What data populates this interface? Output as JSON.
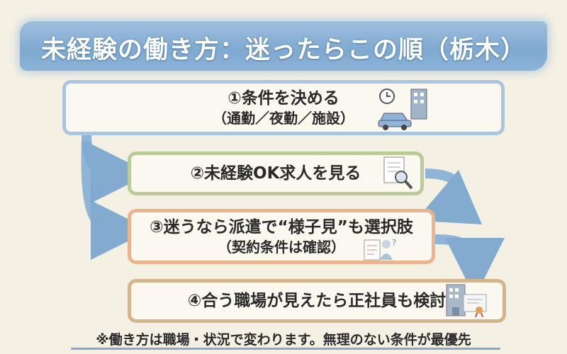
{
  "title": "未経験の働き方：迷ったらこの順（栃木）",
  "steps": [
    {
      "line1": "①条件を決める",
      "line2": "（通勤／夜勤／施設）"
    },
    {
      "line1": "②未経験OK求人を見る"
    },
    {
      "line1": "③迷うなら派遣で“様子見”も選択肢",
      "line2": "（契約条件は確認）"
    },
    {
      "line1": "④合う職場が見えたら正社員も検討"
    }
  ],
  "footer": "※働き方は職場・状況で変わります。無理のない条件が最優先",
  "colors": {
    "banner": "#7fa9d0",
    "arrow": "#6f9fcc",
    "box1": "#a9c6e0",
    "box2": "#b9cc98",
    "box3": "#ecb48c",
    "box4": "#d4b48a"
  }
}
